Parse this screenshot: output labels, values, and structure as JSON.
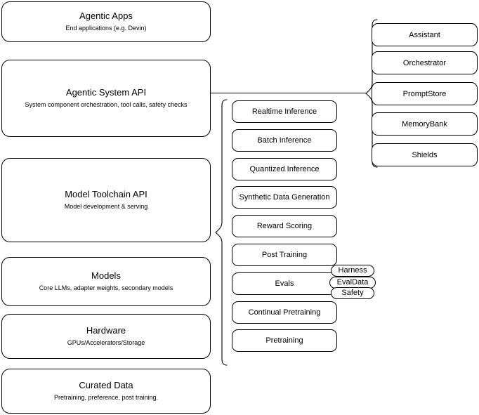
{
  "diagram": {
    "title": "AI Stack Layer Diagram",
    "accent_color": "#000000",
    "background_color": "#ffffff"
  },
  "left_stack": {
    "name": "layer-stack",
    "layers": [
      {
        "title": "Agentic Apps",
        "subtitle": "End applications (e.g. Devin)"
      },
      {
        "title": "Agentic System API",
        "subtitle": "System component orchestration, tool calls, safety checks"
      },
      {
        "title": "Model Toolchain API",
        "subtitle": "Model development & serving"
      },
      {
        "title": "Models",
        "subtitle": "Core LLMs, adapter weights, secondary models"
      },
      {
        "title": "Hardware",
        "subtitle": "GPUs/Accelerators/Storage"
      },
      {
        "title": "Curated Data",
        "subtitle": "Pretraining, preference, post training."
      }
    ]
  },
  "middle_column": {
    "name": "model-toolchain-capabilities",
    "items": [
      {
        "label": "Realtime Inference"
      },
      {
        "label": "Batch Inference"
      },
      {
        "label": "Quantized Inference"
      },
      {
        "label": "Synthetic Data Generation"
      },
      {
        "label": "Reward Scoring"
      },
      {
        "label": "Post Training"
      },
      {
        "label": "Evals"
      },
      {
        "label": "Continual Pretraining"
      },
      {
        "label": "Pretraining"
      }
    ]
  },
  "right_column": {
    "name": "agentic-system-components",
    "items": [
      {
        "label": "Assistant"
      },
      {
        "label": "Orchestrator"
      },
      {
        "label": "PromptStore"
      },
      {
        "label": "MemoryBank"
      },
      {
        "label": "Shields"
      }
    ]
  },
  "eval_badges": {
    "name": "evals-subcomponents",
    "items": [
      {
        "label": "Harness"
      },
      {
        "label": "EvalData"
      },
      {
        "label": "Safety"
      }
    ]
  }
}
